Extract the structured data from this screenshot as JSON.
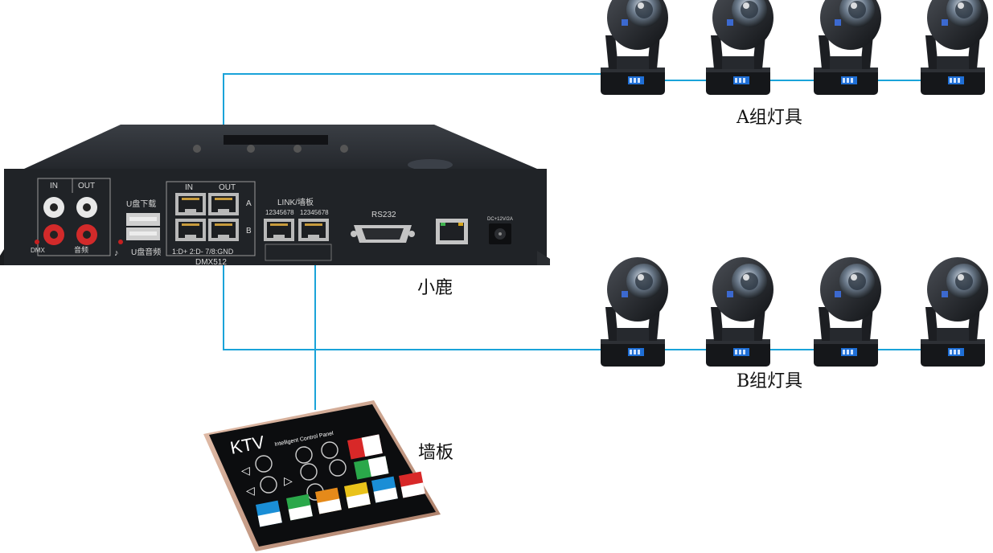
{
  "labels": {
    "group_a": "A组灯具",
    "group_b": "B组灯具",
    "controller": "小鹿",
    "wall_panel": "墙板"
  },
  "controller_panel": {
    "audio_in": "IN",
    "audio_out": "OUT",
    "dmx_led": "DMX",
    "audio_label": "音频",
    "usb_download": "U盘下载",
    "usb_audio": "U盘音频",
    "dmx_in": "IN",
    "dmx_out": "OUT",
    "port_a": "A",
    "port_b": "B",
    "dmx_pinout": "1:D+ 2:D- 7/8:GND",
    "dmx512": "DMX512",
    "link_title": "LINK/墙板",
    "link_pins_1": "12345678",
    "link_pins_2": "12345678",
    "rs232": "RS232",
    "dc_label": "DC+12V/2A"
  },
  "wall_panel_device": {
    "brand": "KTV",
    "subtitle": "Intelligent Control Panel"
  },
  "colors": {
    "wire": "#1aa3d9",
    "device_body": "#1e2126",
    "panel_frame": "#c9a08c"
  }
}
